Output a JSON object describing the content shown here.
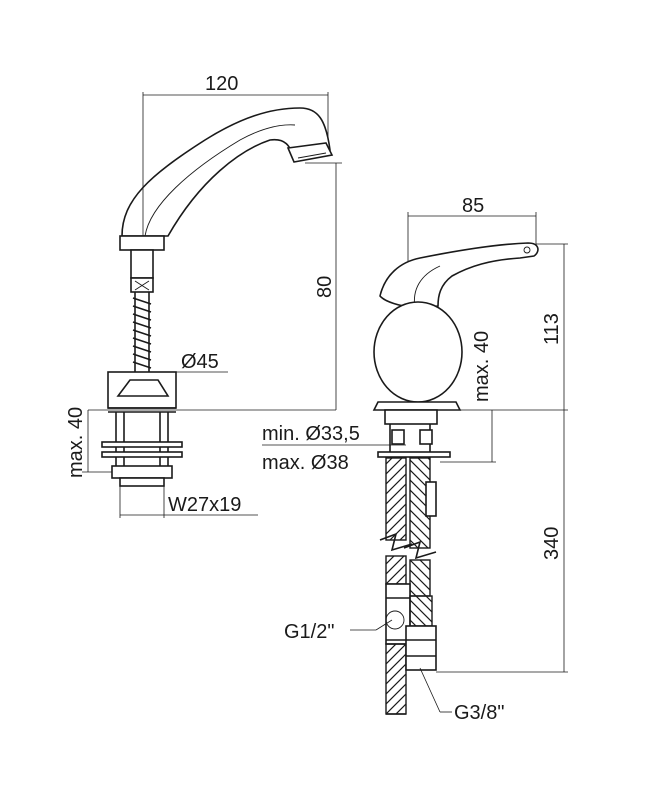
{
  "dimensions": {
    "spout_width": "120",
    "spout_height": "80",
    "base_diameter": "Ø45",
    "left_max_thickness": "max. 40",
    "thread": "W27x19",
    "mixer_width": "85",
    "mixer_height": "113",
    "right_max_thickness": "max. 40",
    "min_hole": "min. Ø33,5",
    "max_hole": "max. Ø38",
    "hose_length": "340",
    "connection_half": "G1/2\"",
    "connection_three_eighths": "G3/8\""
  }
}
